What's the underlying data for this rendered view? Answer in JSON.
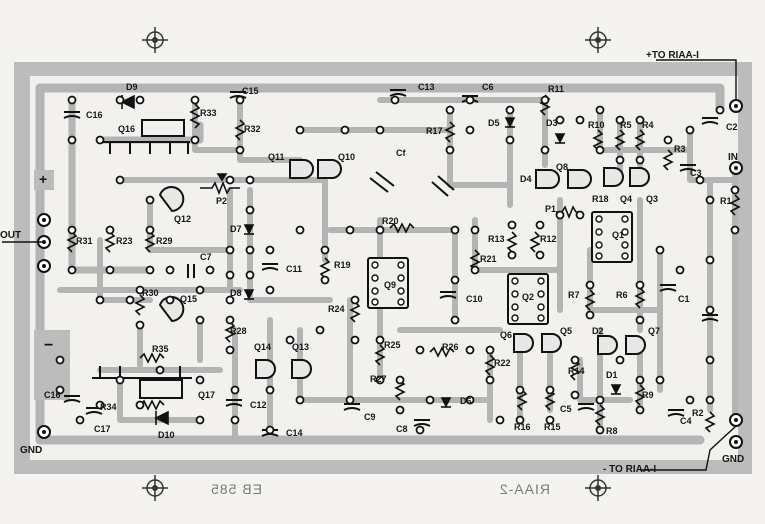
{
  "board": {
    "labels": {
      "to_riaa_pos": "+TO RIAA-I",
      "to_riaa_neg": "- TO RIAA-I",
      "input": "IN",
      "output": "OUT",
      "gnd_left": "GND",
      "gnd_right": "GND",
      "plus_sign": "+",
      "minus_sign": "−"
    },
    "mirrored_marks": {
      "code": "EB 585",
      "title": "RIAA-2"
    },
    "components": [
      "D9",
      "C16",
      "R33",
      "C15",
      "R32",
      "Q16",
      "C13",
      "C6",
      "R11",
      "D5",
      "R17",
      "D3",
      "R10",
      "R5",
      "R4",
      "C2",
      "Q11",
      "Q10",
      "Cf",
      "R3",
      "C3",
      "Q12",
      "P2",
      "D4",
      "Q8",
      "R18",
      "Q4",
      "Q3",
      "R20",
      "P1",
      "R1",
      "D7",
      "R31",
      "R23",
      "R29",
      "R13",
      "R12",
      "Q1",
      "C7",
      "C11",
      "R19",
      "R21",
      "Q9",
      "D8",
      "R30",
      "R24",
      "C10",
      "R7",
      "R6",
      "C1",
      "Q15",
      "Q2",
      "R28",
      "R35",
      "Q14",
      "Q13",
      "R25",
      "R26",
      "Q6",
      "Q5",
      "D2",
      "Q7",
      "R22",
      "R27",
      "D1",
      "R9",
      "Q17",
      "C16",
      "R34",
      "C9",
      "D6",
      "C5",
      "C12",
      "C17",
      "D10",
      "C14",
      "C8",
      "R16",
      "R15",
      "R8",
      "C4",
      "R2",
      "R14"
    ]
  }
}
